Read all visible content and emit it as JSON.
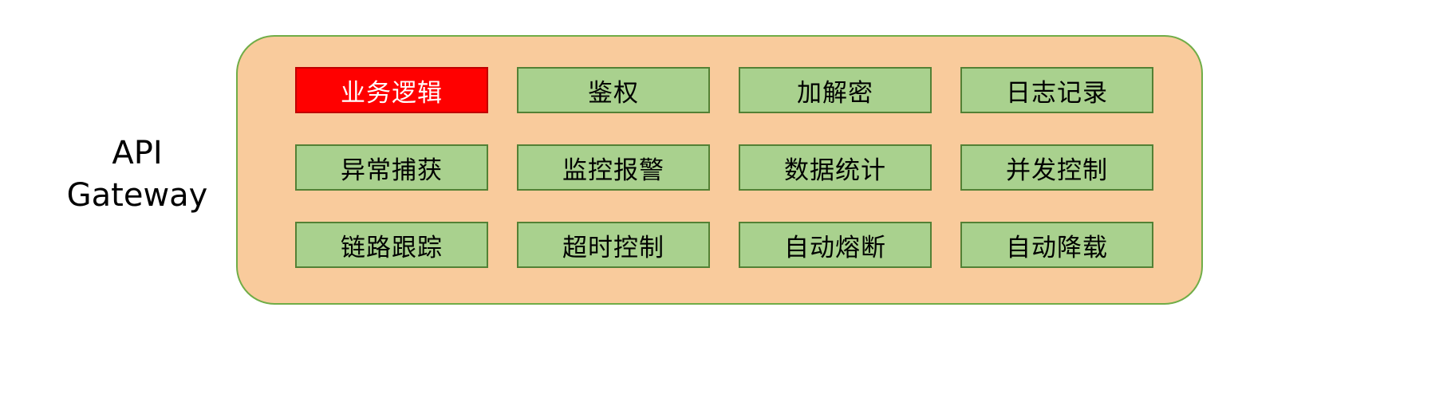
{
  "diagram": {
    "side_label": {
      "line1": "API",
      "line2": "Gateway"
    },
    "cells": [
      {
        "label": "业务逻辑",
        "highlight": true
      },
      {
        "label": "鉴权",
        "highlight": false
      },
      {
        "label": "加解密",
        "highlight": false
      },
      {
        "label": "日志记录",
        "highlight": false
      },
      {
        "label": "异常捕获",
        "highlight": false
      },
      {
        "label": "监控报警",
        "highlight": false
      },
      {
        "label": "数据统计",
        "highlight": false
      },
      {
        "label": "并发控制",
        "highlight": false
      },
      {
        "label": "链路跟踪",
        "highlight": false
      },
      {
        "label": "超时控制",
        "highlight": false
      },
      {
        "label": "自动熔断",
        "highlight": false
      },
      {
        "label": "自动降载",
        "highlight": false
      }
    ],
    "colors": {
      "container_bg": "#F9CB9C",
      "container_border": "#70AD47",
      "cell_bg": "#A9D18E",
      "cell_border": "#538135",
      "highlight_bg": "#FF0000",
      "highlight_border": "#C00000",
      "highlight_text": "#FFFFFF",
      "text": "#000000"
    }
  }
}
